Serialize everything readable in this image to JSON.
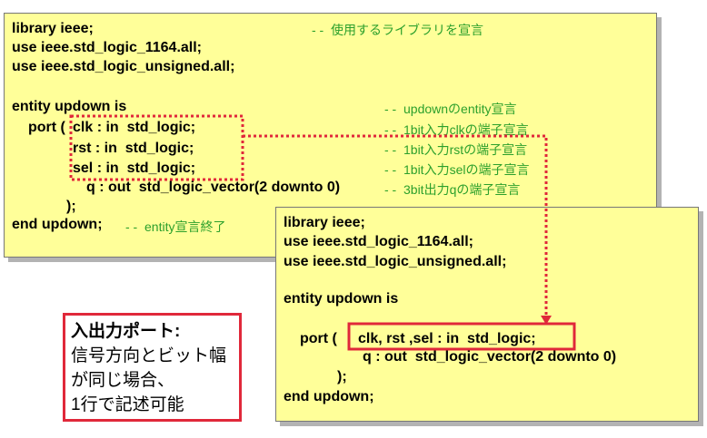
{
  "colors": {
    "note_fill": "#ffff99",
    "comment": "#2ca02c",
    "highlight": "#e0283a"
  },
  "left_code": {
    "lines": [
      "library ieee;",
      "use ieee.std_logic_1164.all;",
      "use ieee.std_logic_unsigned.all;",
      "entity updown is",
      "port (",
      "clk : in  std_logic;",
      "rst : in  std_logic;",
      "sel : in  std_logic;",
      "q : out  std_logic_vector(2 downto 0)",
      ");",
      "end updown;"
    ],
    "comments": [
      "- -  使用するライブラリを宣言",
      "- -  updownのentity宣言",
      "- -  1bit入力clkの端子宣言",
      "- -  1bit入力rstの端子宣言",
      "- -  1bit入力selの端子宣言",
      "- -  3bit出力qの端子宣言",
      "- -  entity宣言終了"
    ]
  },
  "right_code": {
    "lines": [
      "library ieee;",
      "use ieee.std_logic_1164.all;",
      "use ieee.std_logic_unsigned.all;",
      "entity updown is",
      "port (",
      "clk, rst ,sel : in  std_logic;",
      "q : out  std_logic_vector(2 downto 0)",
      ");",
      "end updown;"
    ]
  },
  "callout": {
    "lines": [
      "入出力ポート:",
      "信号方向とビット幅",
      "が同じ場合、",
      "1行で記述可能"
    ]
  }
}
